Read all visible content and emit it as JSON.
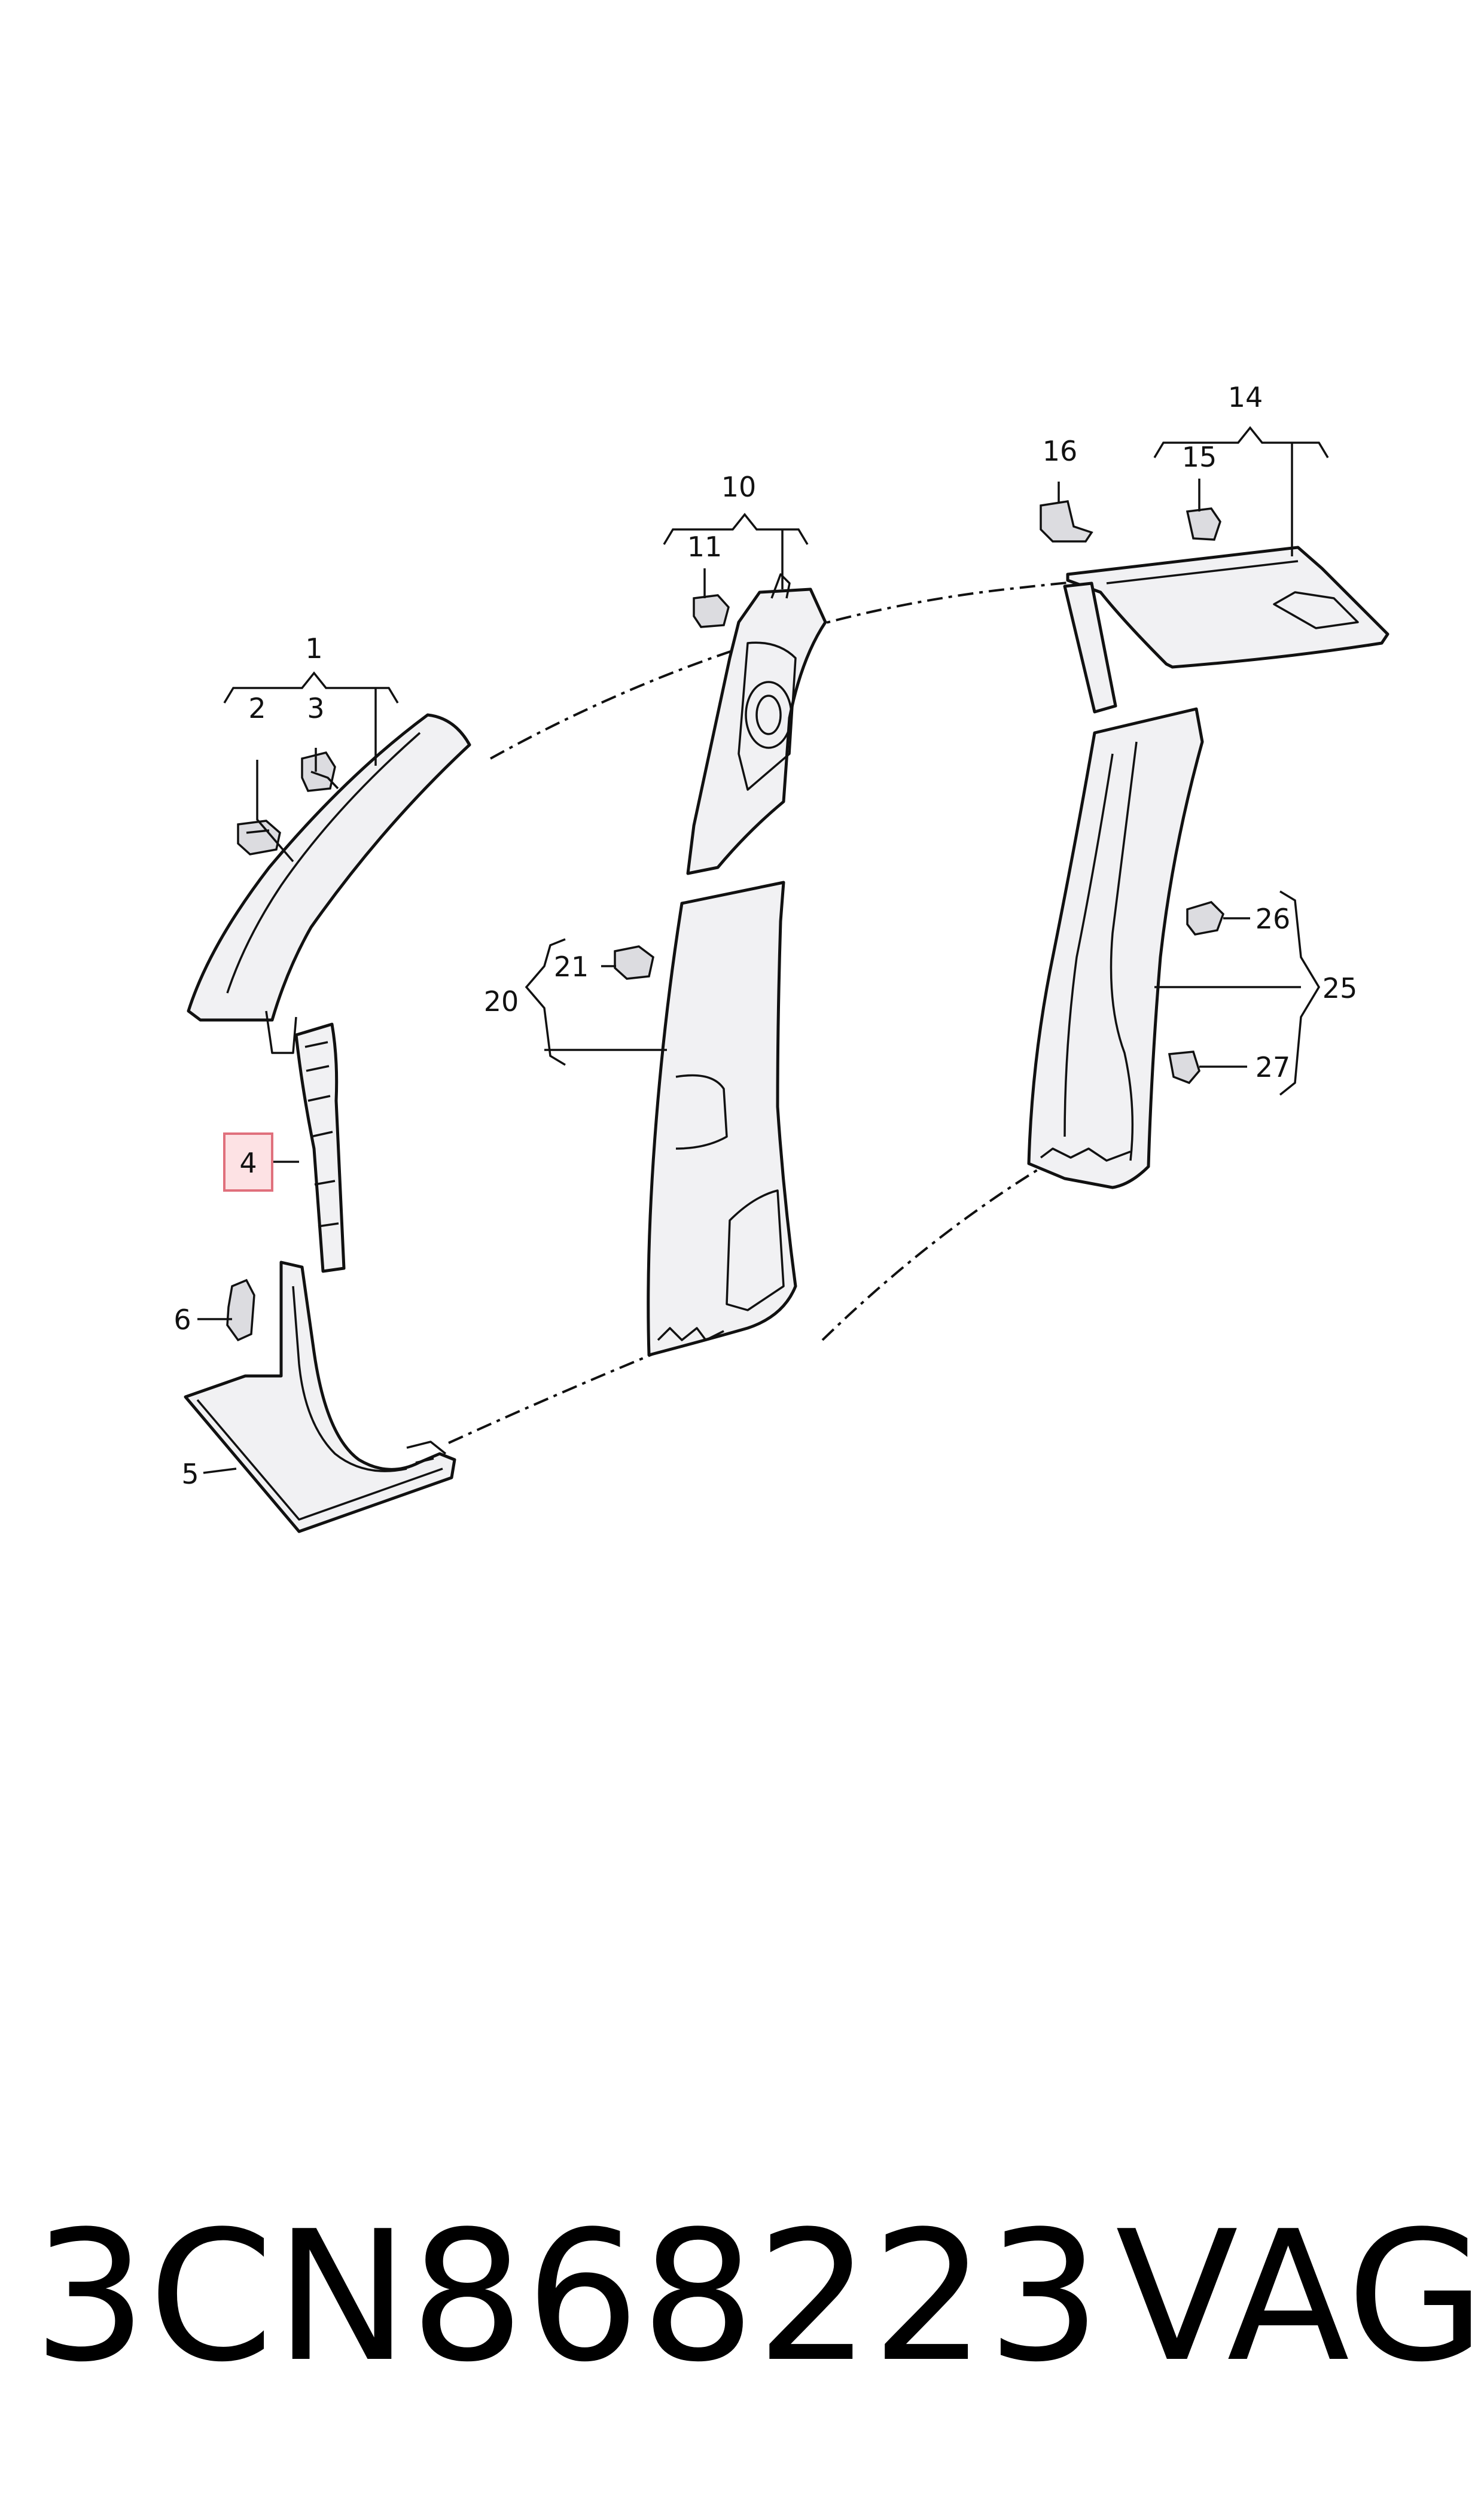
{
  "callouts": {
    "c1": "1",
    "c2": "2",
    "c3": "3",
    "c4": "4",
    "c5": "5",
    "c6": "6",
    "c10": "10",
    "c11": "11",
    "c14": "14",
    "c15": "15",
    "c16": "16",
    "c20": "20",
    "c21": "21",
    "c25": "25",
    "c26": "26",
    "c27": "27"
  },
  "highlighted_callout": "4",
  "footer": {
    "part_number": "3CN868223",
    "brand": "VAG"
  },
  "colors": {
    "highlight_fill": "#fde2e4",
    "highlight_border": "#e0707c",
    "line": "#111111"
  }
}
